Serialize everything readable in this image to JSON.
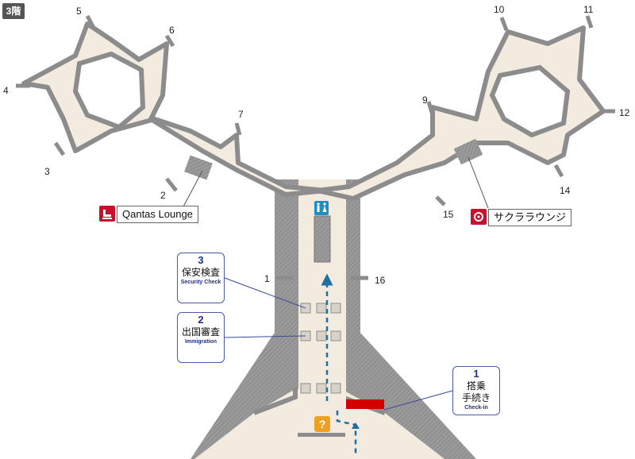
{
  "floor_label": "3階",
  "gates": [
    {
      "number": "1"
    },
    {
      "number": "2"
    },
    {
      "number": "3"
    },
    {
      "number": "4"
    },
    {
      "number": "5"
    },
    {
      "number": "6"
    },
    {
      "number": "7"
    },
    {
      "number": "9"
    },
    {
      "number": "10"
    },
    {
      "number": "11"
    },
    {
      "number": "12"
    },
    {
      "number": "14"
    },
    {
      "number": "15"
    },
    {
      "number": "16"
    }
  ],
  "lounges": {
    "qantas": {
      "name": "Qantas Lounge",
      "icon": "lounge-chair-icon",
      "icon_color": "#c8102e"
    },
    "sakura": {
      "name": "サクララウンジ",
      "icon": "jal-crane-icon",
      "icon_color": "#c8102e"
    }
  },
  "steps": [
    {
      "number": "1",
      "title_lines": [
        "搭乗",
        "手続き"
      ],
      "subtitle": "Check-in"
    },
    {
      "number": "2",
      "title_lines": [
        "出国審査"
      ],
      "subtitle": "Immigration"
    },
    {
      "number": "3",
      "title_lines": [
        "保安検査"
      ],
      "subtitle": "Security Check"
    }
  ],
  "icons": {
    "restroom": "restroom-icon",
    "information": "information-icon"
  },
  "colors": {
    "floor": "#f3ebe0",
    "wall": "#8c8c8c",
    "route_arrow": "#1f6fa0",
    "checkin_counter": "#d40000",
    "info": "#f0a020",
    "restroom": "#1f8fc0"
  }
}
